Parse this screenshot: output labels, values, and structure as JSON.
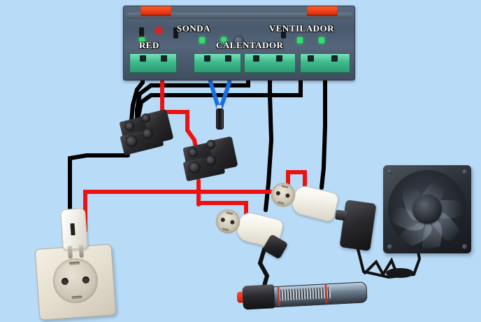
{
  "diagram": {
    "title": "Esquema de conexion del controlador de temperatura",
    "background_color": "#b8dcf8"
  },
  "controller": {
    "name": "Controlador de temperatura",
    "labels": {
      "red": "RED",
      "sonda": "SONDA",
      "calentador": "CALENTADOR",
      "ventilador": "VENTILADOR"
    },
    "clip_color": "#ff3c10",
    "body_color": "#4a5a6e",
    "terminal_color": "#3fba8c",
    "leds": [
      {
        "name": "led-green-red-1",
        "color": "#2ee06a"
      },
      {
        "name": "led-red-red-1",
        "color": "#e02020"
      },
      {
        "name": "led-green-sonda-1",
        "color": "#2ee06a"
      },
      {
        "name": "led-green-sonda-2",
        "color": "#2ee06a"
      },
      {
        "name": "led-green-ventilador-1",
        "color": "#2ee06a"
      },
      {
        "name": "led-green-ventilador-2",
        "color": "#2ee06a"
      }
    ],
    "terminals": [
      {
        "group": "RED",
        "wires": [
          "black",
          "red"
        ]
      },
      {
        "group": "SONDA",
        "wires": [
          "blue",
          "blue"
        ]
      },
      {
        "group": "CALENTADOR",
        "wires": [
          "black",
          "black"
        ]
      },
      {
        "group": "VENTILADOR",
        "wires": [
          "black",
          "black"
        ]
      }
    ]
  },
  "wires": {
    "black_color": "#000000",
    "red_color": "#ee1111",
    "blue_color": "#1a6fe0"
  },
  "components": [
    {
      "id": "wall-socket",
      "name": "Enchufe de pared (Schuko)",
      "color": "#e6dfd0"
    },
    {
      "id": "mains-plug",
      "name": "Clavija de alimentacion",
      "color": "#ffffff"
    },
    {
      "id": "connector-block-1",
      "name": "Bloque de conexion 1",
      "color": "#2a2a2d"
    },
    {
      "id": "connector-block-2",
      "name": "Bloque de conexion 2",
      "color": "#2a2a2d"
    },
    {
      "id": "temperature-probe",
      "name": "Sonda de temperatura",
      "color": "#111113"
    },
    {
      "id": "extension-socket-heater",
      "name": "Base de enchufe calentador",
      "color": "#f5f2e9"
    },
    {
      "id": "extension-socket-fan",
      "name": "Base de enchufe ventilador",
      "color": "#f5f2e9"
    },
    {
      "id": "aquarium-heater",
      "name": "Calentador de acuario",
      "color": "#2a2a2e"
    },
    {
      "id": "power-adapter",
      "name": "Transformador / fuente de alimentacion",
      "color": "#2a2a2e"
    },
    {
      "id": "cooling-fan",
      "name": "Ventilador",
      "color": "#1d2127"
    }
  ]
}
